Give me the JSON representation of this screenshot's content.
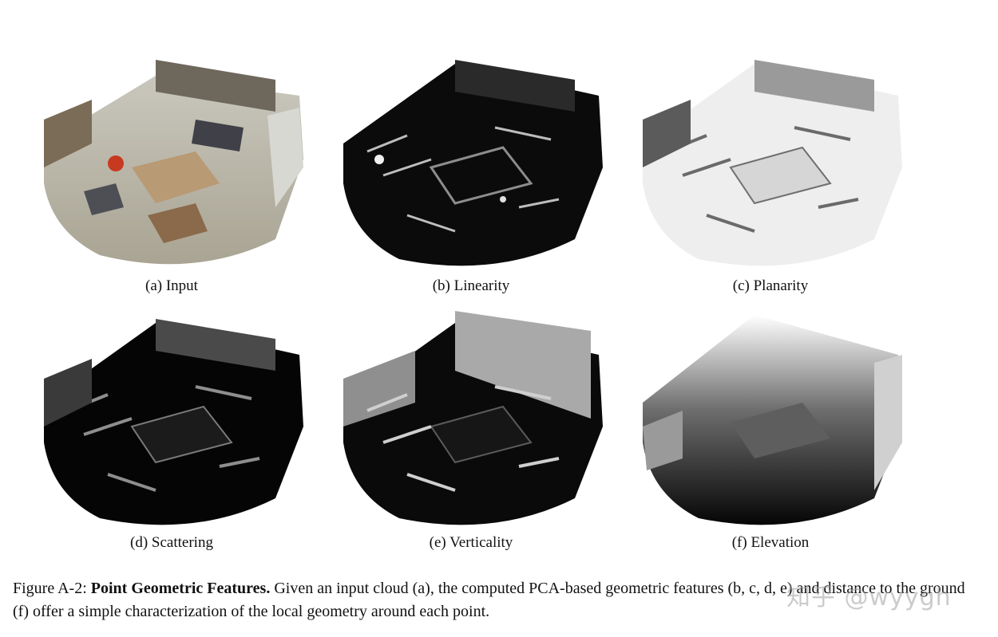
{
  "panels": [
    {
      "id": "a",
      "caption": "(a) Input",
      "style": "color"
    },
    {
      "id": "b",
      "caption": "(b) Linearity",
      "style": "dark"
    },
    {
      "id": "c",
      "caption": "(c) Planarity",
      "style": "light"
    },
    {
      "id": "d",
      "caption": "(d) Scattering",
      "style": "dark"
    },
    {
      "id": "e",
      "caption": "(e) Verticality",
      "style": "gray"
    },
    {
      "id": "f",
      "caption": "(f) Elevation",
      "style": "gradient"
    }
  ],
  "figure": {
    "label": "Figure A-2:",
    "title": "Point Geometric Features.",
    "text": "Given an input cloud (a), the computed PCA-based geometric features (b, c, d, e) and distance to the ground (f) offer a simple characterization of the local geometry around each point."
  },
  "watermark": "知乎 @wyygh"
}
